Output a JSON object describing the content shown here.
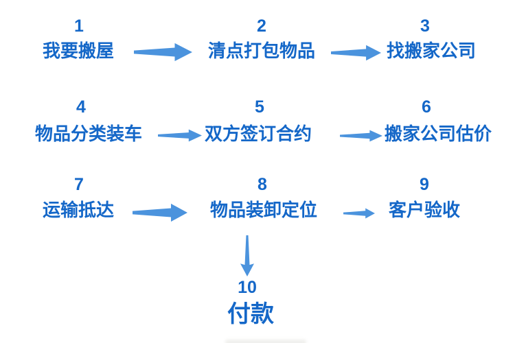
{
  "colors": {
    "text_blue": "#1467c8",
    "arrow_blue": "#4b93dd"
  },
  "steps": [
    {
      "number": "1",
      "label": "我要搬屋"
    },
    {
      "number": "2",
      "label": "清点打包物品"
    },
    {
      "number": "3",
      "label": "找搬家公司"
    },
    {
      "number": "4",
      "label": "物品分类装车"
    },
    {
      "number": "5",
      "label": "双方签订合约"
    },
    {
      "number": "6",
      "label": "搬家公司估价"
    },
    {
      "number": "7",
      "label": "运输抵达"
    },
    {
      "number": "8",
      "label": "物品装卸定位"
    },
    {
      "number": "9",
      "label": "客户验收"
    },
    {
      "number": "10",
      "label": "付款"
    }
  ]
}
